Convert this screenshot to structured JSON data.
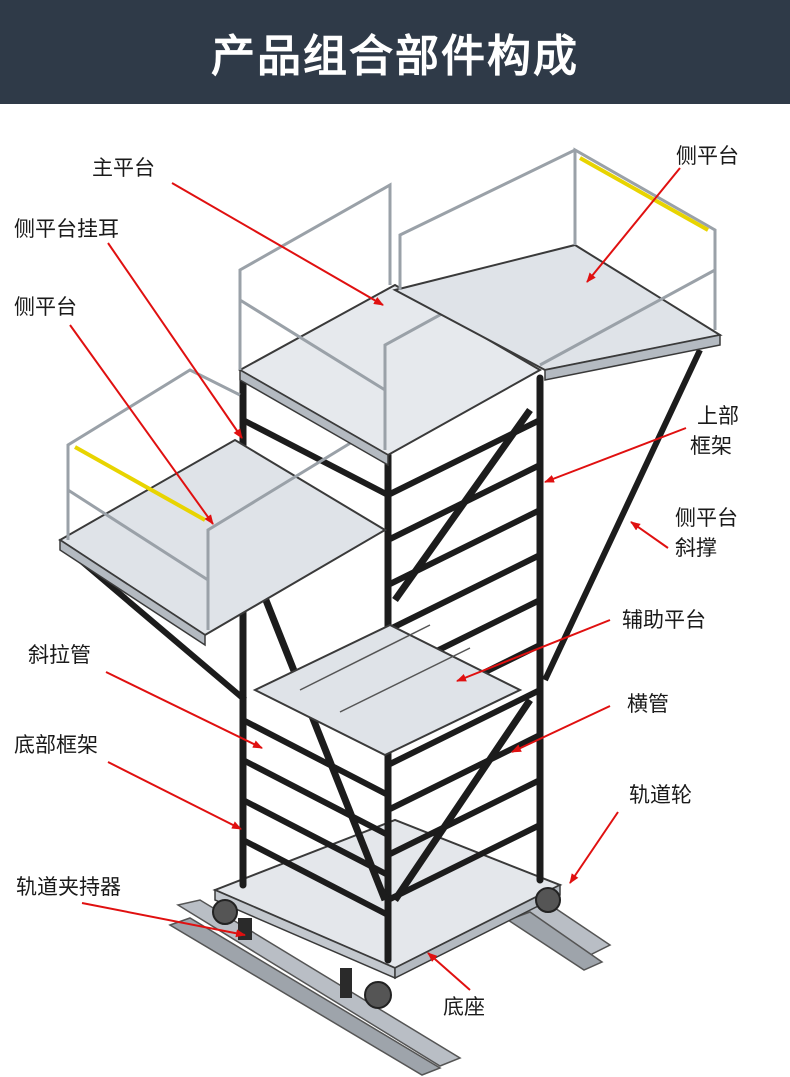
{
  "title": "产品组合部件构成",
  "colors": {
    "header_bg": "#2f3a48",
    "header_text": "#ffffff",
    "callout_red": "#e01010",
    "steel": "#1c1c1c",
    "platform": "#dfe3e8",
    "rail_yellow": "#e8d400"
  },
  "labels": {
    "main_platform": "主平台",
    "side_platform_lug": "侧平台挂耳",
    "side_platform_left": "侧平台",
    "side_platform_right": "侧平台",
    "upper_frame_1": "上部",
    "upper_frame_2": "框架",
    "side_brace_1": "侧平台",
    "side_brace_2": "斜撑",
    "aux_platform": "辅助平台",
    "diagonal_tube": "斜拉管",
    "cross_tube": "横管",
    "bottom_frame": "底部框架",
    "rail_wheel": "轨道轮",
    "rail_clamp": "轨道夹持器",
    "base": "底座"
  }
}
